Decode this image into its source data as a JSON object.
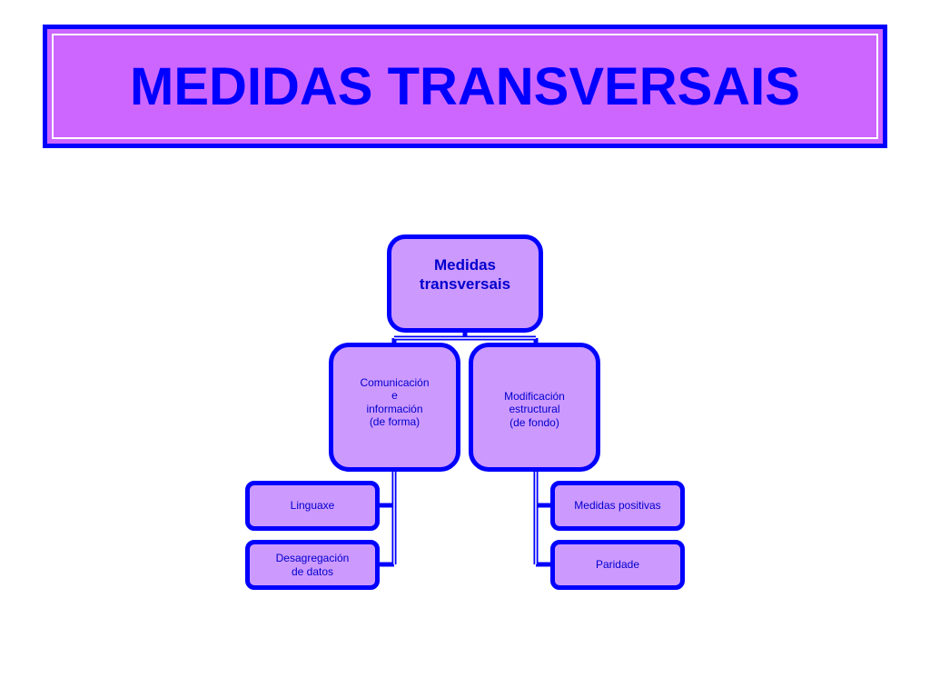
{
  "title": "MEDIDAS TRANSVERSAIS",
  "root": {
    "label": "Medidas\ntransversais"
  },
  "branches": [
    {
      "label": "Comunicación\ne\ninformación\n(de forma)",
      "children": [
        "Linguaxe",
        "Desagregación\nde datos"
      ]
    },
    {
      "label": "Modificación\nestructural\n(de fondo)",
      "children": [
        "Medidas positivas",
        "Paridade"
      ]
    }
  ],
  "colors": {
    "border": "#0000ff",
    "title_fill": "#cc66ff",
    "node_fill": "#cc99ff",
    "text": "#0000cc"
  }
}
